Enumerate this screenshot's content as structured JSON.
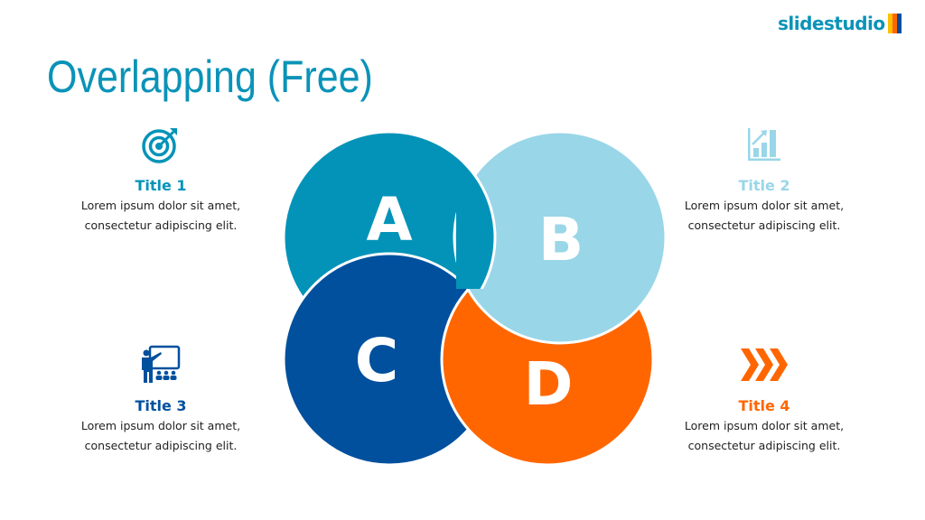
{
  "slide": {
    "title": "Overlapping (Free)"
  },
  "logo": {
    "text": "slidestudio",
    "colors": [
      "#ffc000",
      "#ff6600",
      "#00509e"
    ]
  },
  "circles": [
    {
      "letter": "A",
      "color": "#0393b8"
    },
    {
      "letter": "B",
      "color": "#99d6e8"
    },
    {
      "letter": "C",
      "color": "#00509e"
    },
    {
      "letter": "D",
      "color": "#ff6600"
    }
  ],
  "items": [
    {
      "icon": "target-icon",
      "title": "Title 1",
      "line1": "Lorem ipsum dolor sit amet,",
      "line2": "consectetur adipiscing elit.",
      "color": "#0393b8"
    },
    {
      "icon": "growth-chart-icon",
      "title": "Title 2",
      "line1": "Lorem ipsum dolor sit amet,",
      "line2": "consectetur adipiscing elit.",
      "color": "#99d6e8"
    },
    {
      "icon": "presentation-icon",
      "title": "Title 3",
      "line1": "Lorem ipsum dolor sit amet,",
      "line2": "consectetur adipiscing elit.",
      "color": "#00509e"
    },
    {
      "icon": "chevrons-right-icon",
      "title": "Title 4",
      "line1": "Lorem ipsum dolor sit amet,",
      "line2": "consectetur adipiscing elit.",
      "color": "#ff6600"
    }
  ]
}
